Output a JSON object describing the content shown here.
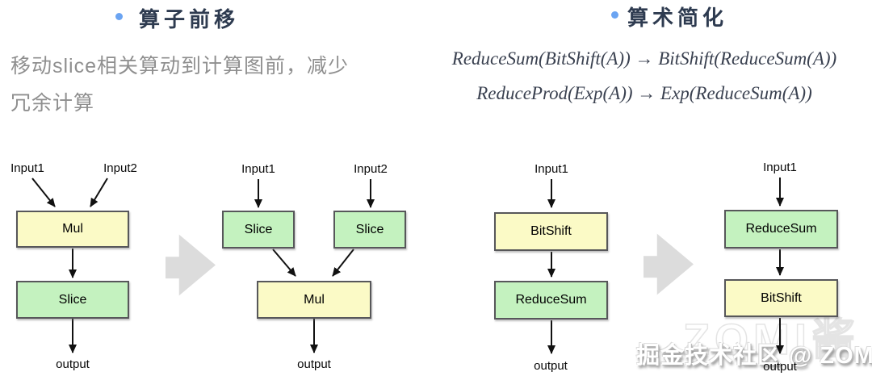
{
  "left_section": {
    "title": "算子前移",
    "desc_line1": "移动slice相关算动到计算图前，减少",
    "desc_line2": "冗余计算"
  },
  "right_section": {
    "title": "算术简化",
    "formulas": [
      "ReduceSum(BitShift(A)) → BitShift(ReduceSum(A))",
      "ReduceProd(Exp(A)) → Exp(ReduceSum(A))"
    ]
  },
  "colors": {
    "bullet": "#6ba4f2",
    "yellow_node": "#fbfac6",
    "green_node": "#c4f2bf",
    "node_border": "#57575a",
    "transform_arrow": "#dcdcdc",
    "edge": "#111111",
    "title_text": "#2e3b50",
    "desc_text": "#8f8f8f",
    "formula_text": "#3a4150"
  },
  "icons": {
    "bullet": "bullet-dot",
    "transform": "block-arrow-right"
  },
  "diagrams": [
    {
      "name": "mul-then-slice-before",
      "inputs": [
        "Input1",
        "Input2"
      ],
      "nodes": [
        {
          "label": "Mul",
          "color": "yellow"
        },
        {
          "label": "Slice",
          "color": "green"
        }
      ],
      "output_label": "output"
    },
    {
      "name": "slice-then-mul-after",
      "inputs": [
        "Input1",
        "Input2"
      ],
      "nodes": [
        {
          "label": "Slice",
          "color": "green"
        },
        {
          "label": "Slice",
          "color": "green"
        },
        {
          "label": "Mul",
          "color": "yellow"
        }
      ],
      "output_label": "output"
    },
    {
      "name": "bitshift-then-reducesum-before",
      "inputs": [
        "Input1"
      ],
      "nodes": [
        {
          "label": "BitShift",
          "color": "yellow"
        },
        {
          "label": "ReduceSum",
          "color": "green"
        }
      ],
      "output_label": "output"
    },
    {
      "name": "reducesum-then-bitshift-after",
      "inputs": [
        "Input1"
      ],
      "nodes": [
        {
          "label": "ReduceSum",
          "color": "green"
        },
        {
          "label": "BitShift",
          "color": "yellow"
        }
      ],
      "output_label": "output"
    }
  ],
  "watermark": {
    "text": "掘金技术社区 @ ZOMI酱",
    "ghost_text": "ZOMI酱"
  }
}
